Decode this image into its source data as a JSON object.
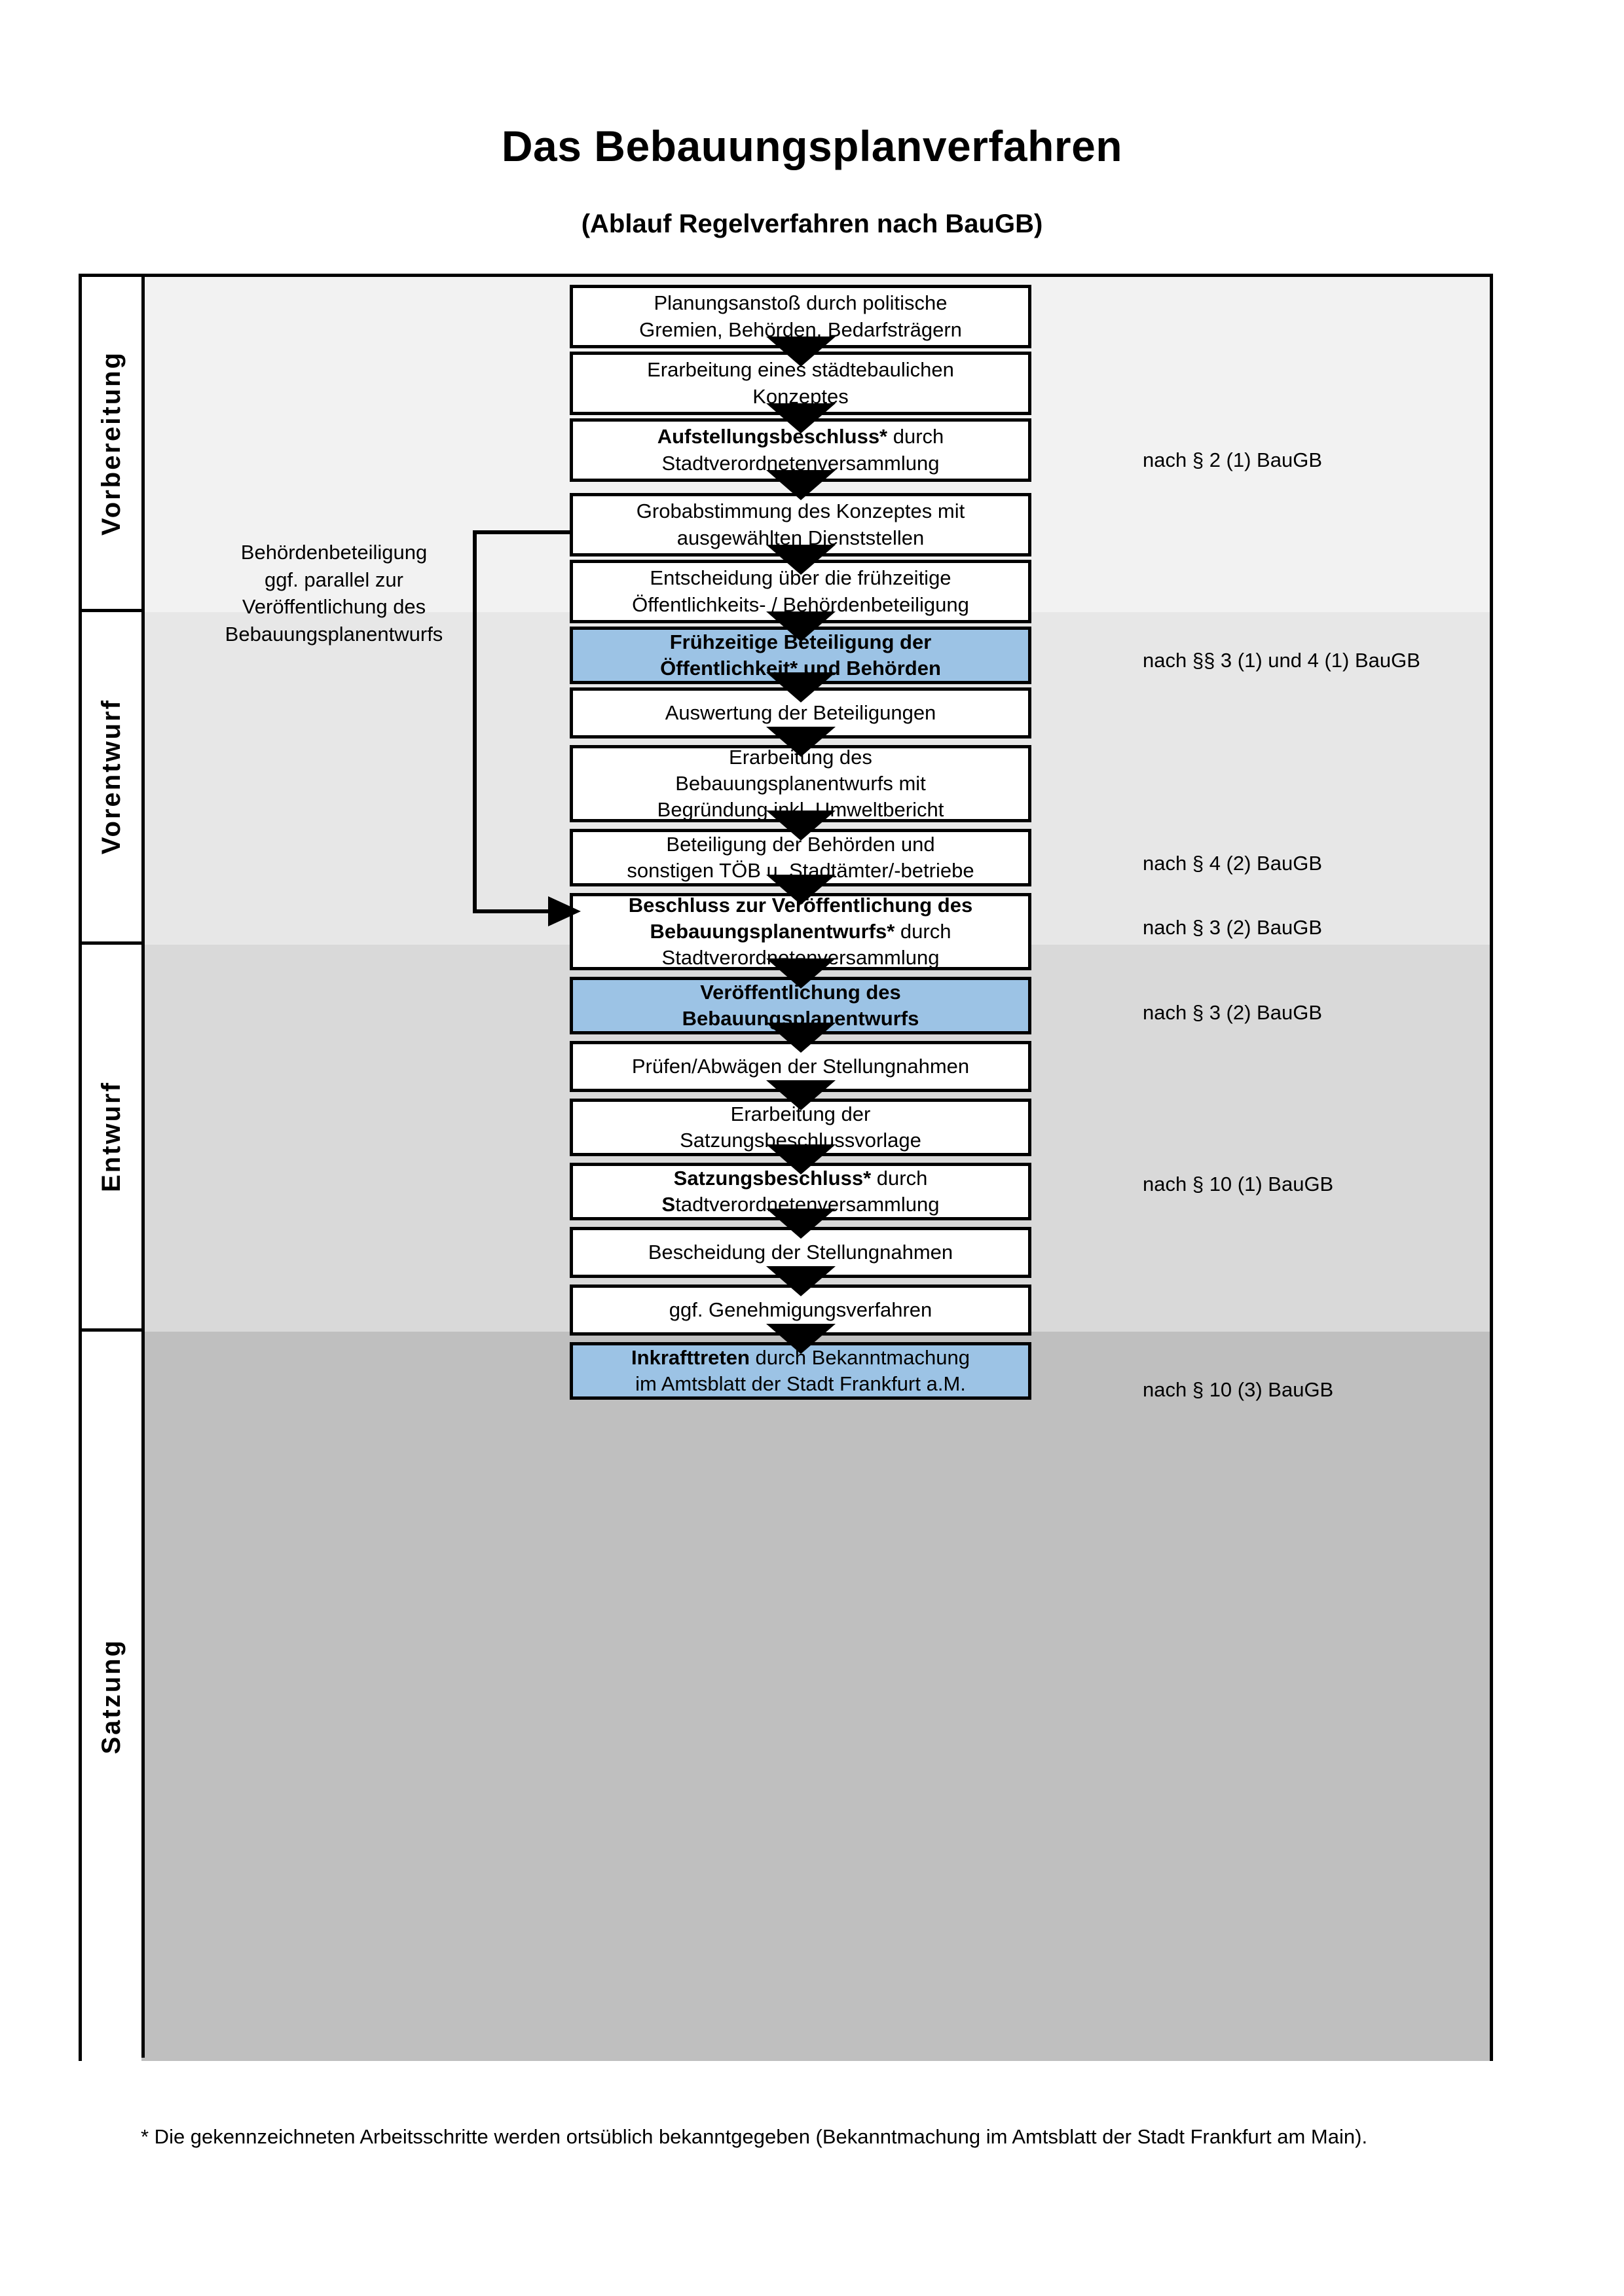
{
  "title": "Das Bebauungsplanverfahren",
  "subtitle": "(Ablauf Regelverfahren nach BauGB)",
  "colors": {
    "highlight_blue": "#9CC3E5",
    "band_vorbereitung": "#F2F2F2",
    "band_vorentwurf": "#E7E7E7",
    "band_entwurf": "#D9D9D9",
    "band_satzung": "#BFBFBF",
    "border": "#000000"
  },
  "phases": [
    {
      "label": "Vorbereitung"
    },
    {
      "label": "Vorentwurf"
    },
    {
      "label": "Entwurf"
    },
    {
      "label": "Satzung"
    }
  ],
  "steps": [
    {
      "id": "planungsanstoss",
      "lines": [
        "Planungsanstoß durch politische",
        "Gremien, Behörden, Bedarfsträgern"
      ],
      "bold": "",
      "highlight": false
    },
    {
      "id": "konzept",
      "lines": [
        "Erarbeitung eines städtebaulichen",
        "Konzeptes"
      ],
      "bold": "",
      "highlight": false
    },
    {
      "id": "aufstellungsbeschluss",
      "lines": [
        "Aufstellungsbeschluss* durch",
        "Stadtverordnetenversammlung"
      ],
      "bold": "Aufstellungsbeschluss*",
      "highlight": false
    },
    {
      "id": "grobabstimmung",
      "lines": [
        "Grobabstimmung des Konzeptes mit",
        "ausgewählten Dienststellen"
      ],
      "bold": "",
      "highlight": false
    },
    {
      "id": "entscheidung-fruehzeitig",
      "lines": [
        "Entscheidung über die frühzeitige",
        "Öffentlichkeits- / Behördenbeteiligung"
      ],
      "bold": "",
      "highlight": false
    },
    {
      "id": "fruehzeitige-beteiligung",
      "lines": [
        "Frühzeitige Beteiligung der",
        "Öffentlichkeit* und Behörden"
      ],
      "bold": "all",
      "highlight": true
    },
    {
      "id": "auswertung",
      "lines": [
        "Auswertung der Beteiligungen"
      ],
      "bold": "",
      "highlight": false
    },
    {
      "id": "erarbeitung-entwurf",
      "lines": [
        "Erarbeitung des",
        "Bebauungsplanentwurfs mit",
        "Begründung inkl. Umweltbericht"
      ],
      "bold": "",
      "highlight": false
    },
    {
      "id": "beteiligung-behoerden",
      "lines": [
        "Beteiligung der Behörden und",
        "sonstigen TÖB u. Stadtämter/-betriebe"
      ],
      "bold": "",
      "highlight": false
    },
    {
      "id": "beschluss-veroeffentlichung",
      "lines": [
        "Beschluss zur Veröffentlichung des",
        "Bebauungsplanentwurfs* durch",
        "Stadtverordnetenversammlung"
      ],
      "bold": "Beschluss zur Veröffentlichung des Bebauungsplanentwurfs*",
      "highlight": false
    },
    {
      "id": "veroeffentlichung",
      "lines": [
        "Veröffentlichung des",
        "Bebauungsplanentwurfs"
      ],
      "bold": "all",
      "highlight": true
    },
    {
      "id": "pruefen-abwaegen",
      "lines": [
        "Prüfen/Abwägen der Stellungnahmen"
      ],
      "bold": "",
      "highlight": false
    },
    {
      "id": "satzungsbeschlussvorlage",
      "lines": [
        "Erarbeitung der",
        "Satzungsbeschlussvorlage"
      ],
      "bold": "",
      "highlight": false
    },
    {
      "id": "satzungsbeschluss",
      "lines": [
        "Satzungsbeschluss* durch",
        "Stadtverordnetenversammlung"
      ],
      "bold": "Satzungsbeschluss*",
      "highlight": false
    },
    {
      "id": "bescheidung",
      "lines": [
        "Bescheidung der Stellungnahmen"
      ],
      "bold": "",
      "highlight": false
    },
    {
      "id": "genehmigungsverfahren",
      "lines": [
        "ggf. Genehmigungsverfahren"
      ],
      "bold": "",
      "highlight": false
    },
    {
      "id": "inkrafttreten",
      "lines": [
        "Inkrafttreten durch Bekanntmachung",
        "im Amtsblatt der Stadt Frankfurt a.M."
      ],
      "bold": "Inkrafttreten",
      "highlight": true
    }
  ],
  "legal_refs": [
    {
      "id": "ref-par2-1",
      "text": "nach § 2 (1) BauGB"
    },
    {
      "id": "ref-par3-1-4-1",
      "text": "nach §§ 3 (1) und 4 (1) BauGB"
    },
    {
      "id": "ref-par4-2",
      "text": "nach § 4 (2) BauGB"
    },
    {
      "id": "ref-par3-2-a",
      "text": "nach § 3 (2) BauGB"
    },
    {
      "id": "ref-par3-2-b",
      "text": "nach § 3 (2) BauGB"
    },
    {
      "id": "ref-par10-1",
      "text": "nach § 10 (1) BauGB"
    },
    {
      "id": "ref-par10-3",
      "text": "nach § 10 (3) BauGB"
    }
  ],
  "side_note": {
    "lines": [
      "Behördenbeteiligung",
      "ggf. parallel zur",
      "Veröffentlichung des",
      "Bebauungsplanentwurfs"
    ]
  },
  "footnote": "* Die gekennzeichneten Arbeitsschritte werden ortsüblich bekanntgegeben (Bekanntmachung im Amtsblatt  der Stadt Frankfurt am Main)."
}
